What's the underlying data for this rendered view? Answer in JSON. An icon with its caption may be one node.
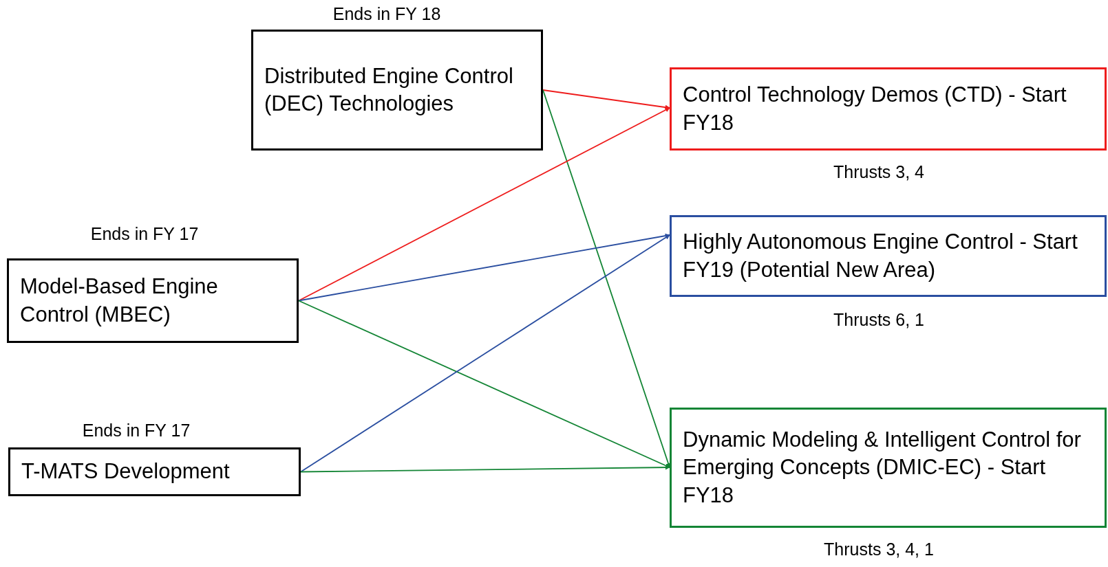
{
  "diagram": {
    "nodes": [
      {
        "text": [
          "Distributed Engine Control (DEC) Technologies"
        ],
        "beside": [
          "Ends in FY 18"
        ]
      },
      {
        "text": [
          "Model-Based Engine Control (MBEC)"
        ],
        "beside": [
          "Ends in FY 17"
        ]
      },
      {
        "text": [
          "T-MATS Development"
        ],
        "beside": [
          "Ends in FY 17"
        ]
      },
      {
        "text": [
          "Control Technology Demos (CTD) - Start FY18"
        ],
        "beside": [
          "Thrusts 3, 4"
        ]
      },
      {
        "text": [
          "Highly Autonomous Engine Control - Start FY19 (Potential New Area)"
        ],
        "beside": [
          "Thrusts 6, 1"
        ]
      },
      {
        "text": [
          "Dynamic Modeling & Intelligent Control for Emerging Concepts (DMIC-EC) - Start FY18"
        ],
        "beside": [
          "Thrusts 3, 4, 1"
        ]
      }
    ],
    "edges": [
      {
        "from": 0,
        "to": 3,
        "arrow": "to",
        "color": "#ee1c1c"
      },
      {
        "from": 0,
        "to": 5,
        "arrow": "to",
        "color": "#138535"
      },
      {
        "from": 1,
        "to": 3,
        "arrow": "to",
        "color": "#ee1c1c"
      },
      {
        "from": 1,
        "to": 4,
        "arrow": "to",
        "color": "#2a4ea0"
      },
      {
        "from": 1,
        "to": 5,
        "arrow": "to",
        "color": "#138535"
      },
      {
        "from": 2,
        "to": 4,
        "arrow": "to",
        "color": "#2a4ea0"
      },
      {
        "from": 2,
        "to": 5,
        "arrow": "to",
        "color": "#138535"
      }
    ]
  }
}
